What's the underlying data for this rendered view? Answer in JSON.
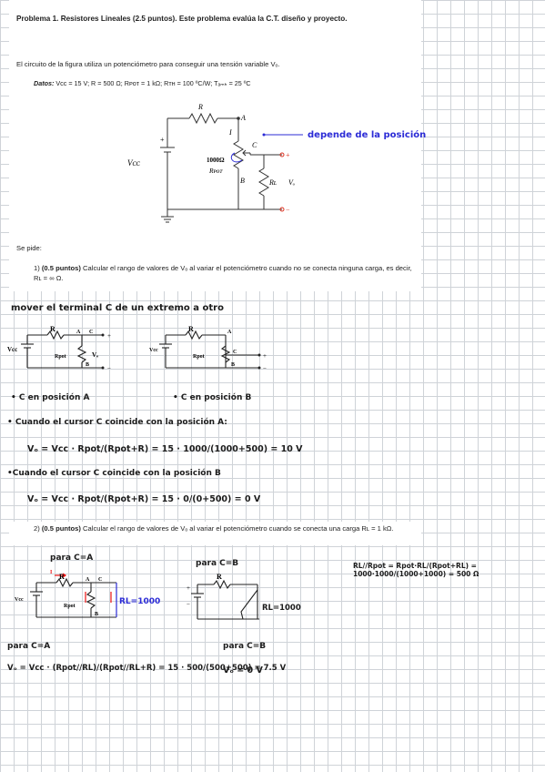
{
  "problem": {
    "title": "Problema 1. Resistores Lineales (2.5 puntos). Este problema evalúa la C.T. diseño y proyecto.",
    "intro": "El circuito de la figura utiliza un potenciómetro para conseguir una tensión variable Vₒ.",
    "data_label": "Datos:",
    "data_values": "Vᴄᴄ = 15 V; R = 500 Ω; Rᴘᴏᴛ = 1 kΩ; Rᴛʜ = 100 ºC/W; Tₐₘₕ = 25 ºC",
    "se_pide": "Se pide:",
    "item1_num": "1)",
    "item1_pts": "(0.5 puntos)",
    "item1_text": "Calcular el rango de valores de Vₒ al variar el potenciómetro cuando no se conecta ninguna carga, es decir, Rʟ = ∞ Ω.",
    "item2_num": "2)",
    "item2_pts": "(0.5 puntos)",
    "item2_text": "Calcular el rango de valores de Vₒ al variar el potenciómetro cuando se conecta una carga Rʟ = 1 kΩ."
  },
  "figure": {
    "label_R": "R",
    "label_A": "A",
    "label_I": "I",
    "label_C": "C",
    "label_B": "B",
    "label_Rpot": "Rᴘᴏᴛ",
    "label_RL": "Rʟ",
    "label_Vo": "Vₒ",
    "label_Vcc": "Vᴄᴄ",
    "plus": "+",
    "minus": "−",
    "hand_1000": "1000Ω",
    "annotation": "depende de la posición"
  },
  "notes": {
    "mover": "mover el terminal C de un extremo a otro",
    "c_pos_a": "• C en posición A",
    "c_pos_b": "• C en posición B",
    "cursor_a": "• Cuando el cursor C coincide con la posición A:",
    "eq1": "Vₒ = Vcc · Rpot/(Rpot+R) = 15 · 1000/(1000+500) = 10 V",
    "cursor_b": "•Cuando el cursor C coincide con la posición B",
    "eq2": "Vₒ = Vcc · Rpot/(Rpot+R) = 15 · 0/(0+500) = 0 V",
    "para_ca": "para C=A",
    "para_cb": "para C=B",
    "rl_1000": "RL=1000",
    "rl_1000b": "RL=1000",
    "parallel": "RL//Rpot = Rpot·RL/(Rpot+RL) = 1000·1000/(1000+1000) = 500 Ω",
    "para_ca2": "para C=A",
    "para_cb2": "para C=B",
    "eq3": "Vₒ = Vcc · (Rpot//RL)/(Rpot//RL+R) = 15 · 500/(500+500) = 7.5 V",
    "eq4": "Vₒ = 0 V",
    "sk_R": "R",
    "sk_A": "A",
    "sk_C": "C",
    "sk_B": "B",
    "sk_I": "I",
    "sk_Vo": "Vₒ",
    "sk_Vcc": "Vcc",
    "sk_Rpot": "Rpot",
    "sk_plus": "+",
    "sk_minus": "−"
  }
}
